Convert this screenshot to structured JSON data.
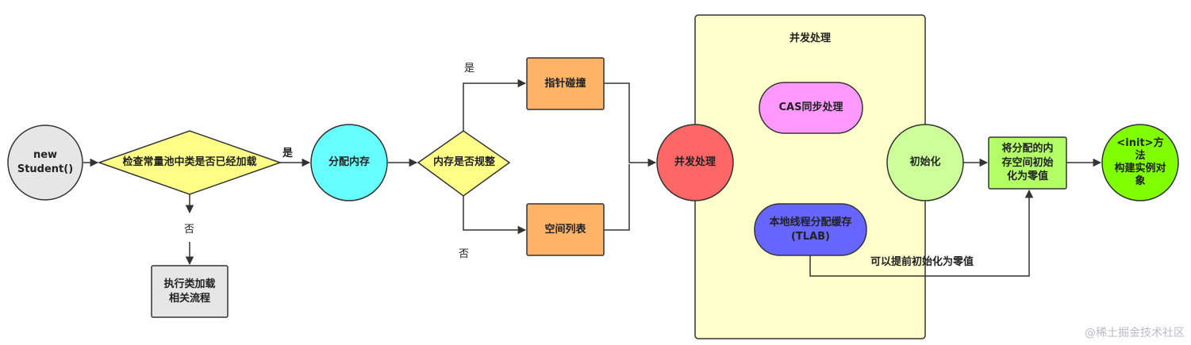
{
  "colors": {
    "start": "#e6e6e6",
    "decision": "#ffff88",
    "alloc": "#66ffff",
    "process": "#ffb366",
    "concurrent_box": "#ffffcc",
    "concurrent_node": "#ff6666",
    "cas": "#ff99ff",
    "tlab": "#6666ff",
    "init_circle": "#ccff99",
    "zero_box": "#b3ff66",
    "init_method": "#80ff00",
    "load_box": "#e6e6e6"
  },
  "nodes": {
    "start": "new\nStudent()",
    "check_class": "检查常量池中类是否已经加载",
    "alloc_memory": "分配内存",
    "memory_regular": "内存是否规整",
    "pointer_bump": "指针碰撞",
    "free_list": "空间列表",
    "concurrent_title": "并发处理",
    "concurrent_node": "并发处理",
    "cas": "CAS同步处理",
    "tlab": "本地线程分配缓存\n(TLAB)",
    "initialize": "初始化",
    "zero_value": "将分配的内\n存空间初始\n化为零值",
    "init_method": "<init>方\n法\n构建实例对\n象",
    "class_load": "执行类加载\n相关流程"
  },
  "edge_labels": {
    "loaded_yes": "是",
    "loaded_no": "否",
    "regular_yes": "是",
    "regular_no": "否",
    "tlab_note": "可以提前初始化为零值"
  },
  "watermark": "@稀土掘金技术社区"
}
